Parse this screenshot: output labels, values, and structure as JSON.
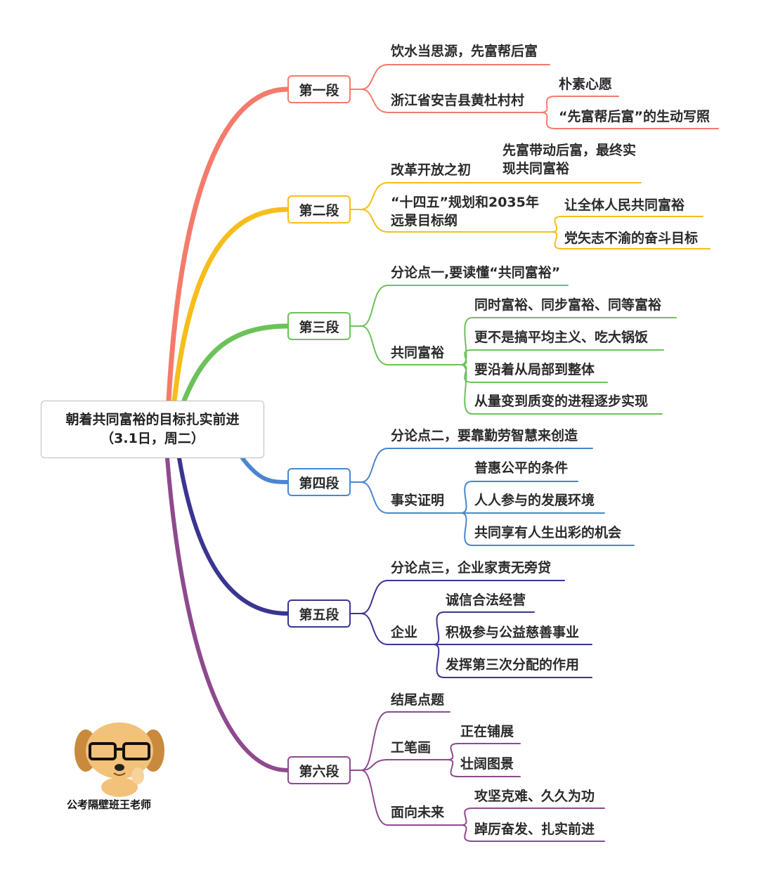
{
  "root": {
    "text": "朝着共同富裕的目标扎实前进（3.1日，周二）"
  },
  "colors": {
    "s1": "#f47b6b",
    "s2": "#f6bd1b",
    "s3": "#6cc25a",
    "s4": "#4a86d0",
    "s5": "#3a3590",
    "s6": "#8e4a8e"
  },
  "sections": [
    {
      "label": "第一段",
      "items": [
        "饮水当思源，先富帮后富",
        "浙江省安吉县黄杜村村",
        "朴素心愿",
        "“先富帮后富”的生动写照"
      ]
    },
    {
      "label": "第二段",
      "items": [
        "改革开放之初",
        "先富带动后富，最终实现共同富裕",
        "“十四五”规划和2035年远景目标纲",
        "让全体人民共同富裕",
        "党矢志不渝的奋斗目标"
      ]
    },
    {
      "label": "第三段",
      "items": [
        "分论点一,要读懂“共同富裕”",
        "共同富裕",
        "同时富裕、同步富裕、同等富裕",
        "更不是搞平均主义、吃大锅饭",
        "要沿着从局部到整体",
        "从量变到质变的进程逐步实现"
      ]
    },
    {
      "label": "第四段",
      "items": [
        "分论点二，要靠勤劳智慧来创造",
        "事实证明",
        "普惠公平的条件",
        "人人参与的发展环境",
        "共同享有人生出彩的机会"
      ]
    },
    {
      "label": "第五段",
      "items": [
        "分论点三，企业家责无旁贷",
        "企业",
        "诚信合法经营",
        "积极参与公益慈善事业",
        "发挥第三次分配的作用"
      ]
    },
    {
      "label": "第六段",
      "items": [
        "结尾点题",
        "工笔画",
        "正在铺展",
        "壮阔图景",
        "面向未来",
        "攻坚克难、久久为功",
        "踔厉奋发、扎实前进"
      ]
    }
  ],
  "watermark": {
    "caption": "公考隔壁班王老师"
  }
}
